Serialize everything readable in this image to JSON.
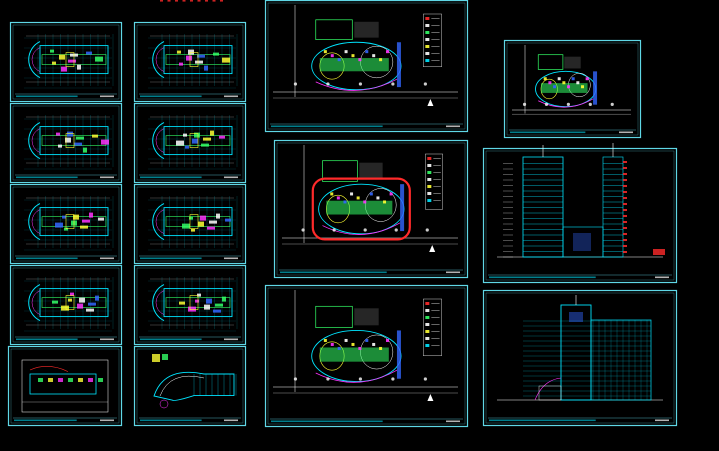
{
  "app": {
    "title": ""
  },
  "colors": {
    "background": "#000000",
    "frame": "#5fd7e6",
    "plan_cyan": "#00e5ff",
    "plan_green": "#33ff66",
    "plan_magenta": "#ff33ff",
    "plan_yellow": "#ffff33",
    "plan_white": "#ffffff",
    "plan_blue": "#3366ff",
    "highlight_red": "#ff2a2a"
  },
  "sheets": [
    {
      "id": "floor-plan-1",
      "kind": "plan-left-round"
    },
    {
      "id": "floor-plan-2",
      "kind": "plan-left-round"
    },
    {
      "id": "floor-plan-3",
      "kind": "plan-left-round"
    },
    {
      "id": "floor-plan-4",
      "kind": "plan-left-round"
    },
    {
      "id": "floor-plan-5",
      "kind": "plan-left-round"
    },
    {
      "id": "floor-plan-6",
      "kind": "plan-left-round"
    },
    {
      "id": "floor-plan-7",
      "kind": "plan-left-round"
    },
    {
      "id": "floor-plan-8",
      "kind": "plan-left-round"
    },
    {
      "id": "floor-plan-9",
      "kind": "plan-site"
    },
    {
      "id": "floor-plan-10",
      "kind": "plan-curve"
    },
    {
      "id": "site-plan-1",
      "kind": "site"
    },
    {
      "id": "site-plan-2",
      "kind": "site-red"
    },
    {
      "id": "site-plan-3",
      "kind": "site"
    },
    {
      "id": "site-plan-small",
      "kind": "site-small"
    },
    {
      "id": "section-drawing",
      "kind": "section"
    },
    {
      "id": "elevation-drawing",
      "kind": "elevation"
    }
  ]
}
